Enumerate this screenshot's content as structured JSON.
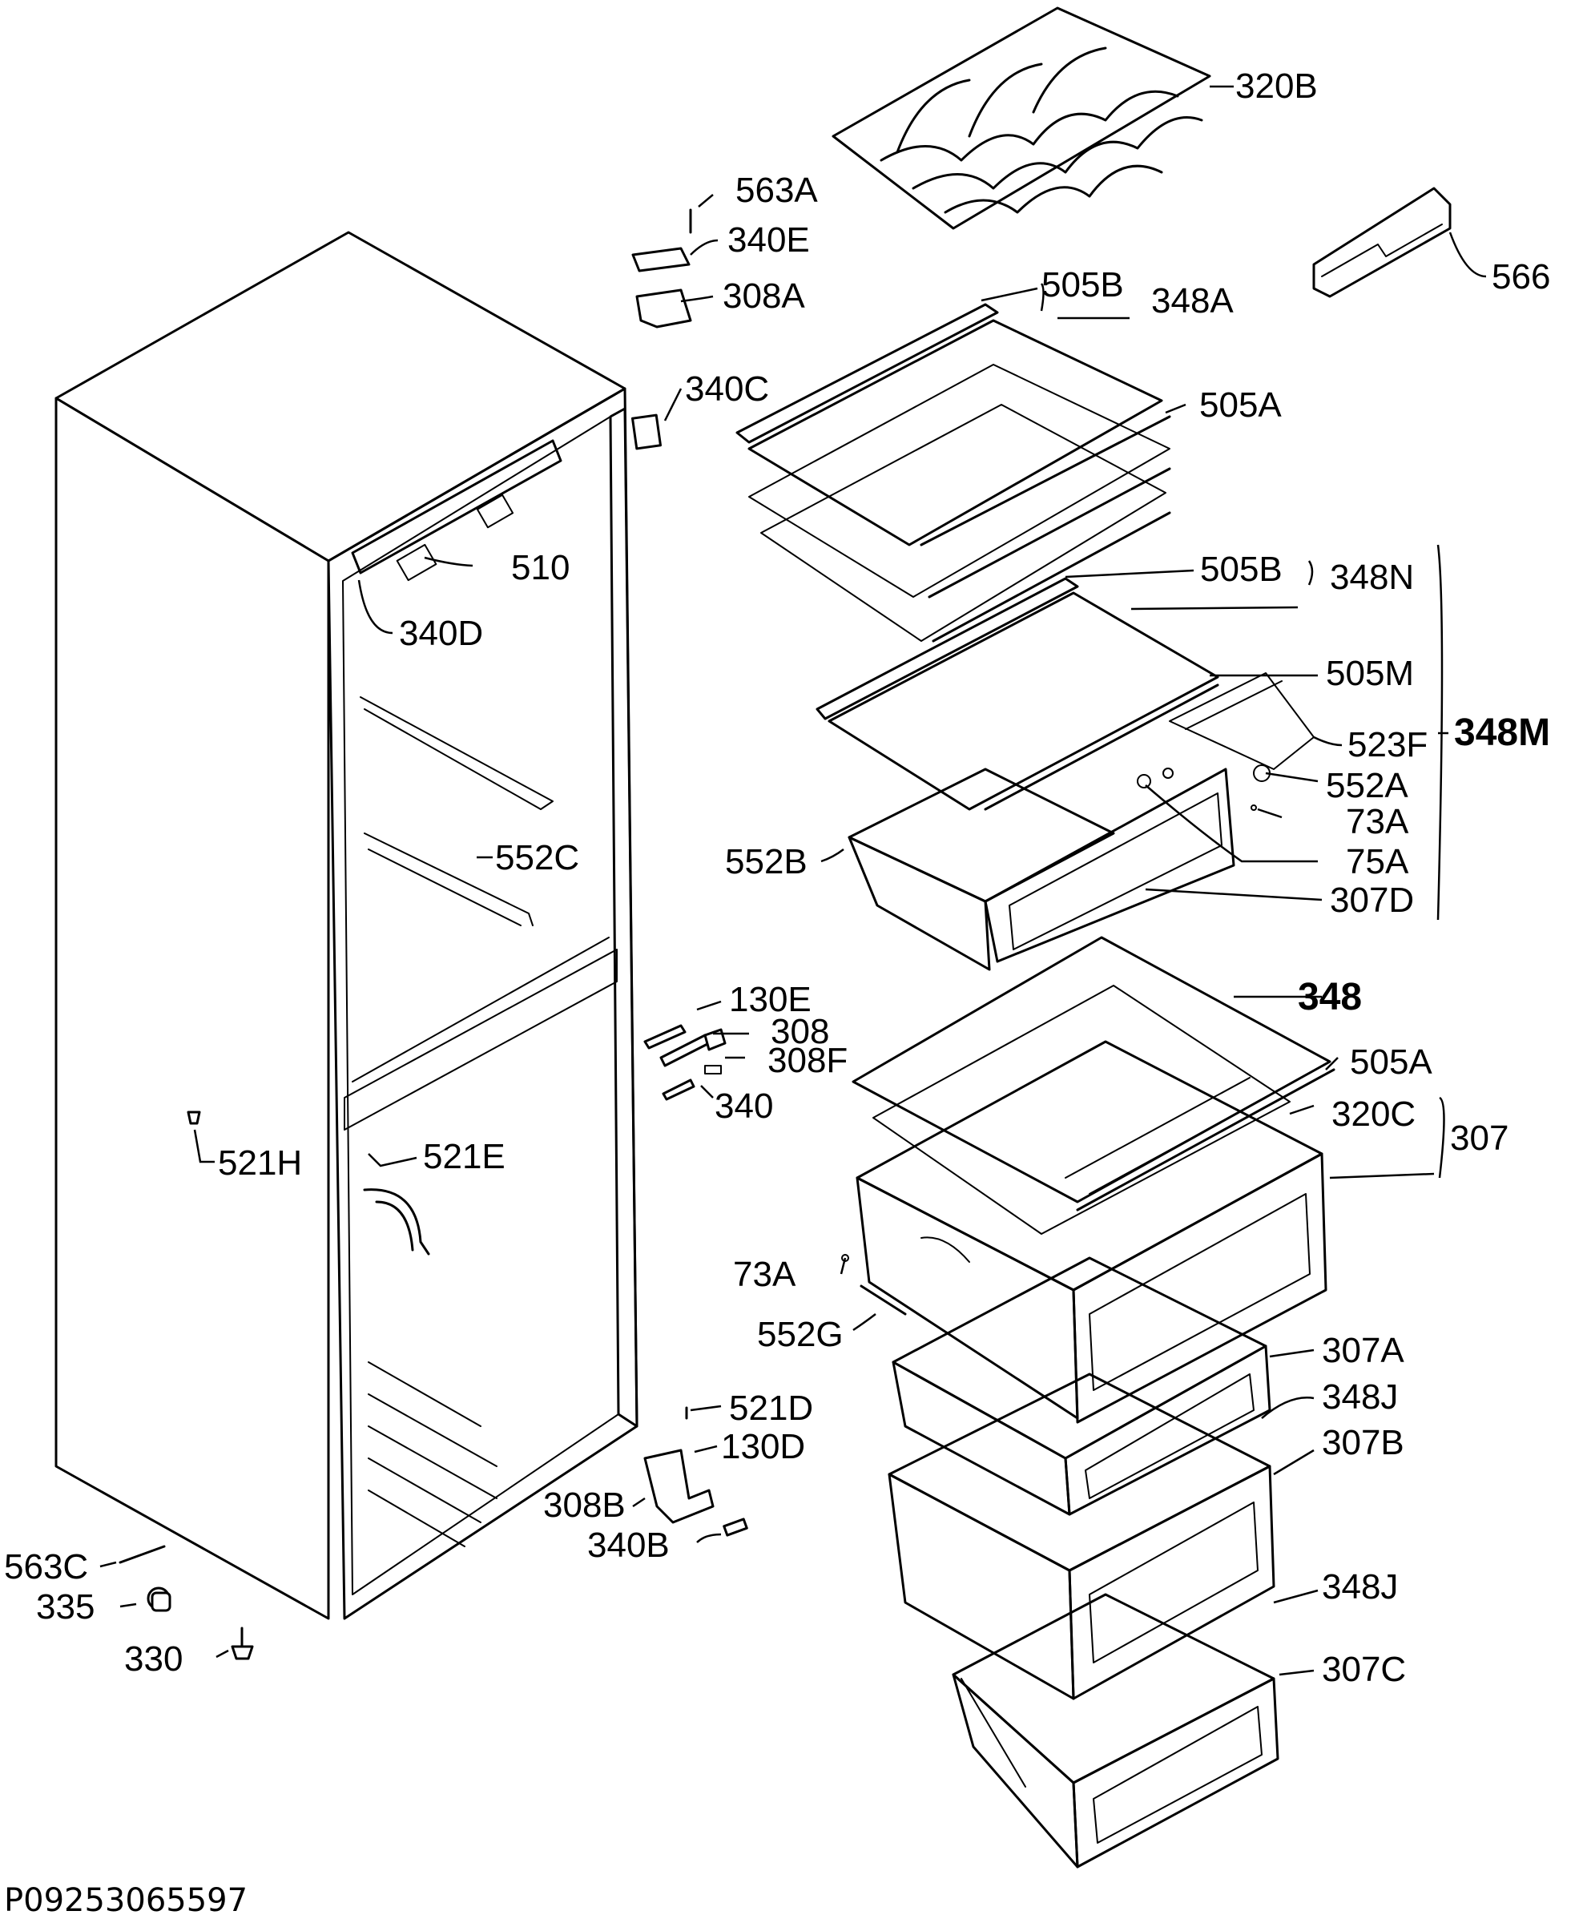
{
  "document_id": "P09253065597",
  "callouts": {
    "c320B": "320B",
    "c566": "566",
    "c563A": "563A",
    "c340E": "340E",
    "c308A": "308A",
    "c505B_top": "505B",
    "c348A": "348A",
    "c340C": "340C",
    "c505A_top": "505A",
    "c510": "510",
    "c340D": "340D",
    "c505B_mid": "505B",
    "c348N": "348N",
    "c505M": "505M",
    "c523F": "523F",
    "c348M": "348M",
    "c552A": "552A",
    "c73A_top": "73A",
    "c75A": "75A",
    "c552B": "552B",
    "c307D": "307D",
    "c552C": "552C",
    "c130E": "130E",
    "c308": "308",
    "c308F": "308F",
    "c340": "340",
    "c348": "348",
    "c505A_mid": "505A",
    "c320C": "320C",
    "c307": "307",
    "c521H": "521H",
    "c521E": "521E",
    "c73A_mid": "73A",
    "c552G": "552G",
    "c307A": "307A",
    "c348J_top": "348J",
    "c307B": "307B",
    "c521D": "521D",
    "c130D": "130D",
    "c308B": "308B",
    "c340B": "340B",
    "c348J_bot": "348J",
    "c307C": "307C",
    "c563C": "563C",
    "c335": "335",
    "c330": "330"
  }
}
